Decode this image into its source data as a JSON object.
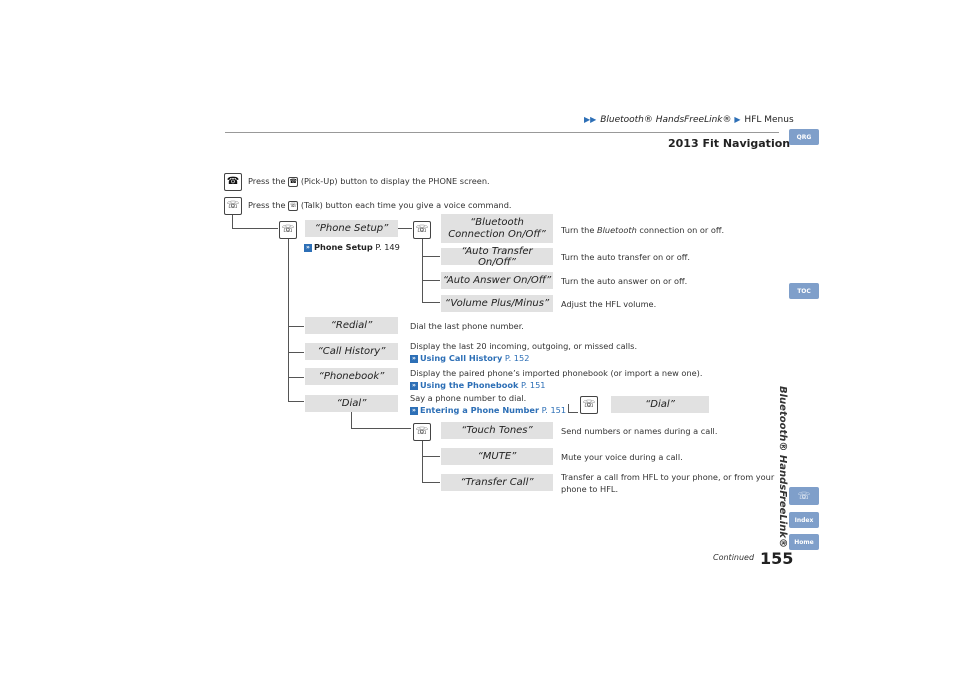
{
  "header": {
    "breadcrumb_1": "Bluetooth® HandsFreeLink®",
    "breadcrumb_2": "HFL Menus",
    "title": "2013 Fit Navigation"
  },
  "sidebar": {
    "qrg": "QRG",
    "toc": "TOC",
    "section_label": "Bluetooth® HandsFreeLink®",
    "voice_icon": "talk-icon",
    "index": "Index",
    "home": "Home"
  },
  "intro": {
    "pickup_pre": "Press the",
    "pickup_post": "(Pick-Up) button to display the PHONE screen.",
    "talk_pre": "Press the",
    "talk_post": "(Talk) button each time you give a voice command."
  },
  "commands": {
    "phone_setup": "“Phone Setup”",
    "redial": "“Redial”",
    "call_history": "“Call History”",
    "phonebook": "“Phonebook”",
    "dial": "“Dial”",
    "bt_onoff": "“Bluetooth Connection On/Off”",
    "auto_transfer": "“Auto Transfer On/Off”",
    "auto_answer": "“Auto Answer On/Off”",
    "volume": "“Volume Plus/Minus”",
    "dial_sub": "“Dial”",
    "touch_tones": "“Touch Tones”",
    "mute": "“MUTE”",
    "transfer_call": "“Transfer Call”"
  },
  "descriptions": {
    "phone_setup_ref": "Phone Setup",
    "phone_setup_page": "P. 149",
    "bt_pre": "Turn the",
    "bt_word": "Bluetooth",
    "bt_post": "connection on or off.",
    "auto_transfer": "Turn the auto transfer on or off.",
    "auto_answer": "Turn the auto answer on or off.",
    "volume": "Adjust the HFL volume.",
    "redial": "Dial the last phone number.",
    "call_history": "Display the last 20 incoming, outgoing, or missed calls.",
    "call_history_ref": "Using Call History",
    "call_history_page": "P. 152",
    "phonebook": "Display the paired phone’s imported phonebook (or import a new one).",
    "phonebook_ref": "Using the Phonebook",
    "phonebook_page": "P. 151",
    "dial": "Say a phone number to dial.",
    "dial_ref": "Entering a Phone Number",
    "dial_page": "P. 151",
    "touch_tones": "Send numbers or names during a call.",
    "mute": "Mute your voice during a call.",
    "transfer_1": "Transfer a call from HFL to your phone, or from your",
    "transfer_2": "phone to HFL."
  },
  "footer": {
    "continued": "Continued",
    "page_number": "155"
  },
  "colors": {
    "accent_blue": "#2d6fb6",
    "side_button": "#7f9fca",
    "command_bg": "#e1e1e1"
  }
}
